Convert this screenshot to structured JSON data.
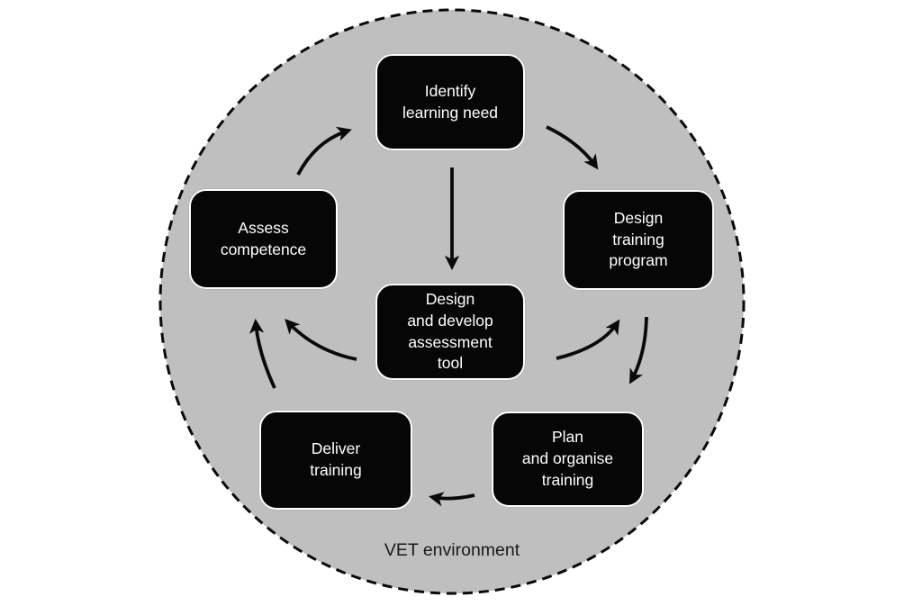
{
  "diagram": {
    "environment_label": "VET environment",
    "nodes": [
      {
        "id": "identify-learning-need",
        "label": "Identify\nlearning need"
      },
      {
        "id": "design-training-program",
        "label": "Design\ntraining\nprogram"
      },
      {
        "id": "assess-competence",
        "label": "Assess\ncompetence"
      },
      {
        "id": "design-develop-assessment-tool",
        "label": "Design\nand develop\nassessment\ntool"
      },
      {
        "id": "plan-organise-training",
        "label": "Plan\nand organise\ntraining"
      },
      {
        "id": "deliver-training",
        "label": "Deliver\ntraining"
      }
    ],
    "edges": [
      {
        "from": "Identify learning need",
        "to": "Design training program"
      },
      {
        "from": "Design training program",
        "to": "Plan and organise training"
      },
      {
        "from": "Plan and organise training",
        "to": "Deliver training"
      },
      {
        "from": "Deliver training",
        "to": "Assess competence"
      },
      {
        "from": "Assess competence",
        "to": "Identify learning need"
      },
      {
        "from": "Identify learning need",
        "to": "Design and develop assessment tool"
      },
      {
        "from": "Design and develop assessment tool",
        "to": "Design training program"
      },
      {
        "from": "Design and develop assessment tool",
        "to": "Assess competence"
      }
    ],
    "colors": {
      "background": "#ffffff",
      "circle_fill": "#bfbfbf",
      "node_fill": "#060606",
      "node_border": "#ffffff",
      "node_text": "#ffffff",
      "arrow": "#0a0a0a",
      "label_text": "#1a1a1a"
    }
  }
}
